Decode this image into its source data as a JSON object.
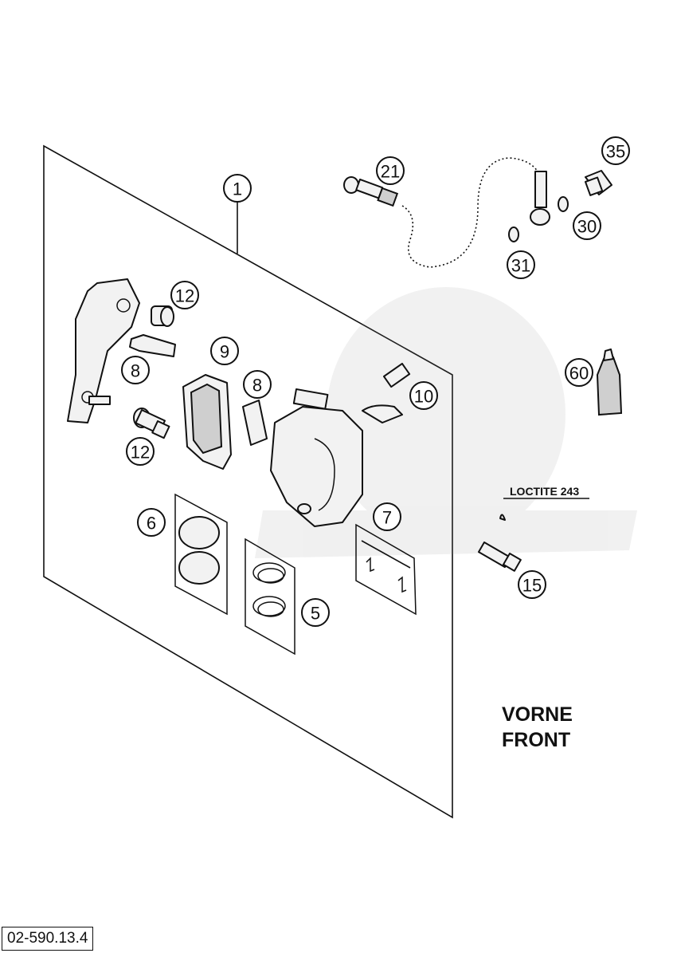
{
  "callouts": [
    {
      "id": "1",
      "label": "1"
    },
    {
      "id": "21",
      "label": "21"
    },
    {
      "id": "35",
      "label": "35"
    },
    {
      "id": "30",
      "label": "30"
    },
    {
      "id": "31",
      "label": "31"
    },
    {
      "id": "12a",
      "label": "12"
    },
    {
      "id": "8a",
      "label": "8"
    },
    {
      "id": "9",
      "label": "9"
    },
    {
      "id": "8b",
      "label": "8"
    },
    {
      "id": "10",
      "label": "10"
    },
    {
      "id": "60",
      "label": "60"
    },
    {
      "id": "12b",
      "label": "12"
    },
    {
      "id": "6",
      "label": "6"
    },
    {
      "id": "7",
      "label": "7"
    },
    {
      "id": "15",
      "label": "15"
    },
    {
      "id": "5",
      "label": "5"
    }
  ],
  "loctite_label": "LOCTITE 243",
  "front_label": {
    "line1": "VORNE",
    "line2": "FRONT"
  },
  "drawing_number": "02-590.13.4"
}
